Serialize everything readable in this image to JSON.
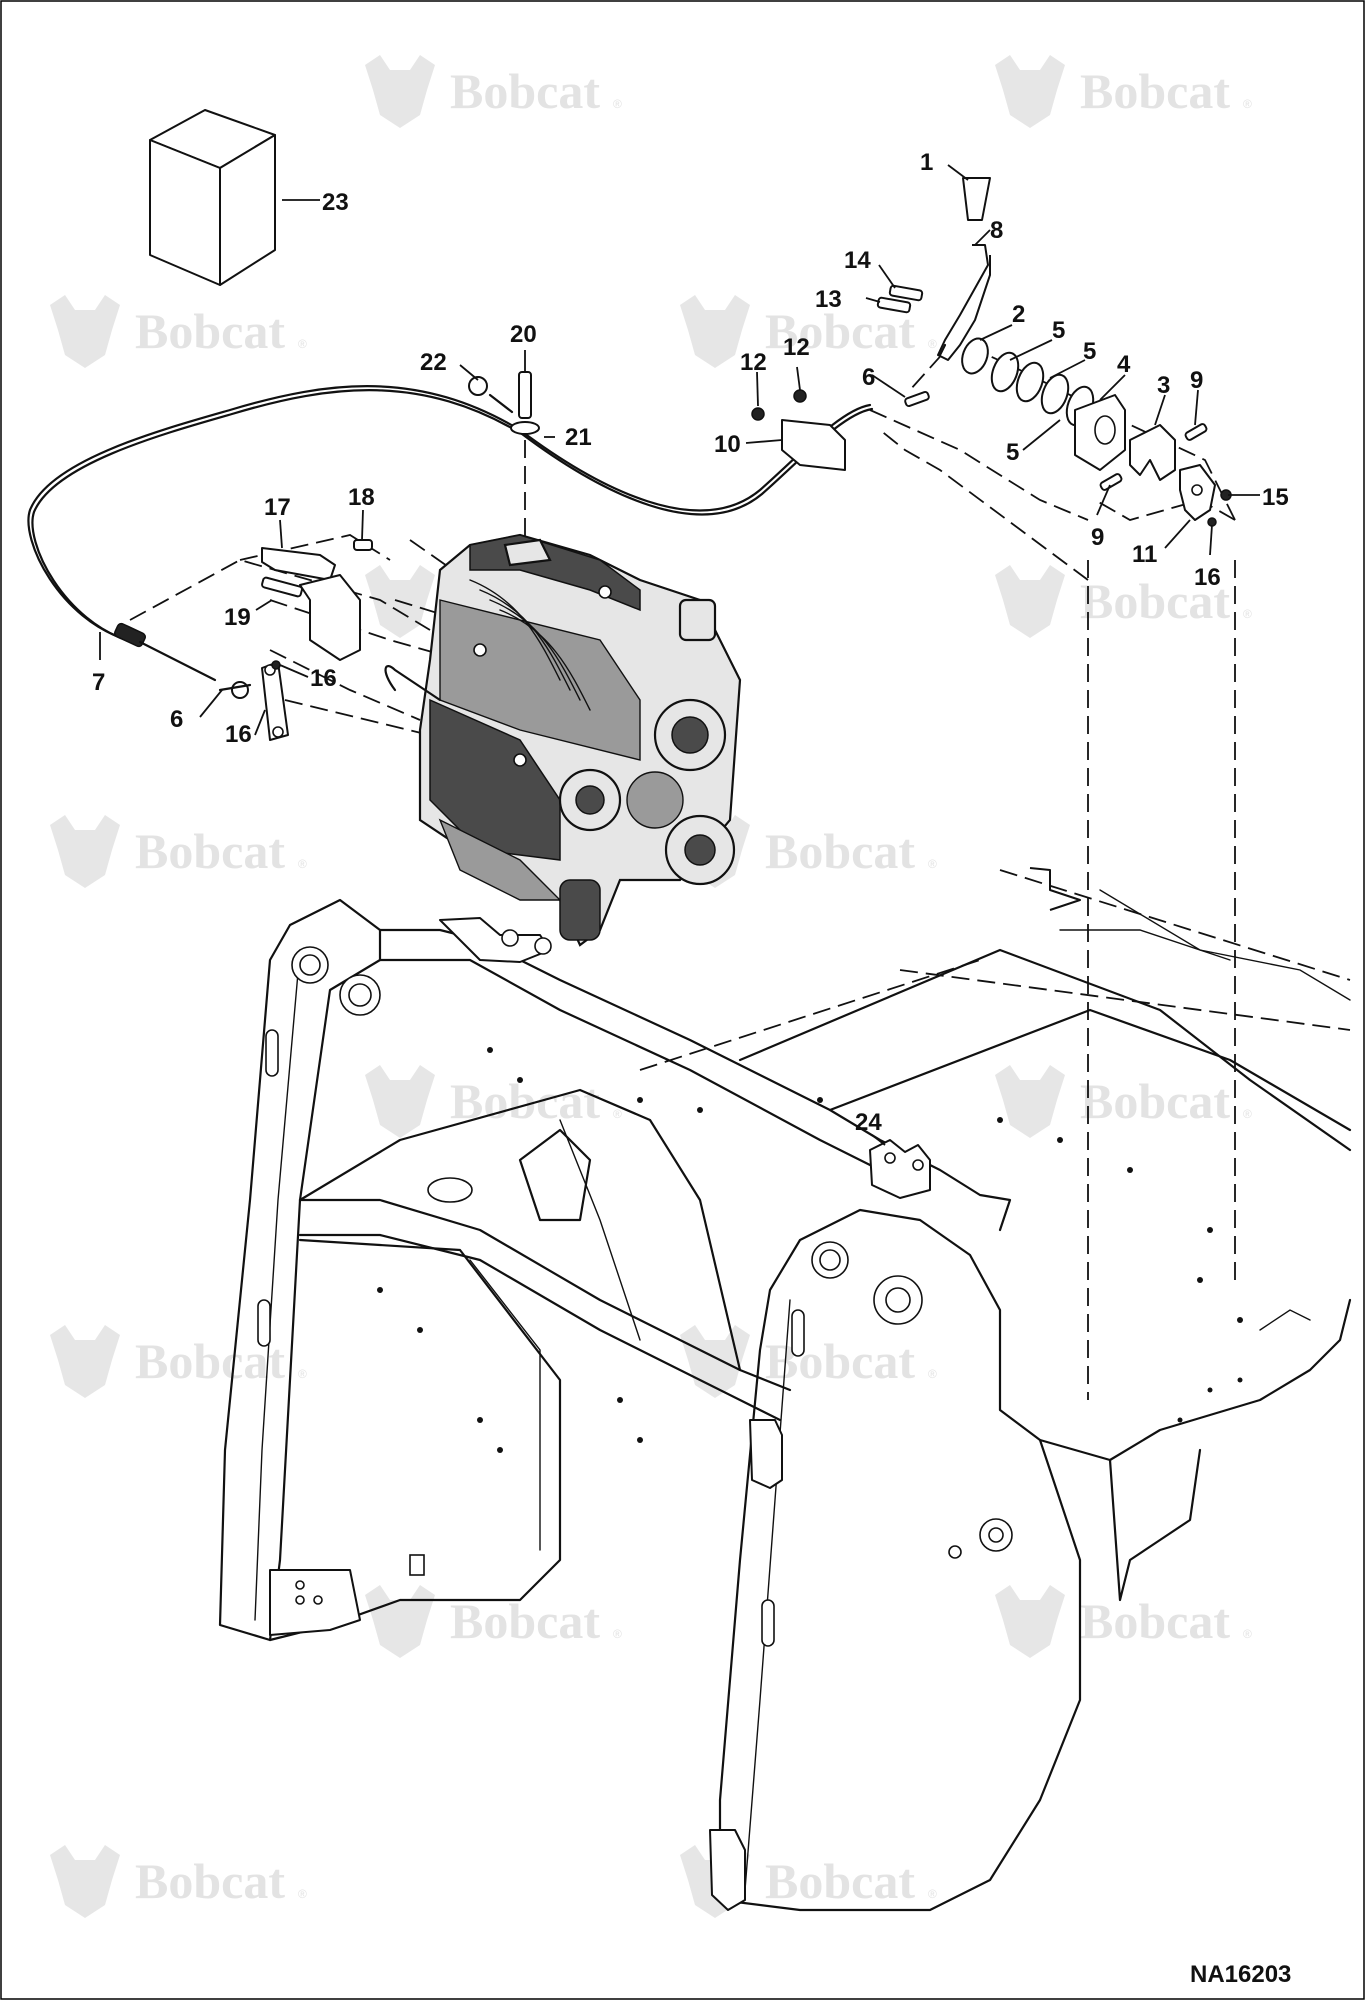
{
  "watermark": {
    "text": "Bobcat",
    "mark": "®",
    "logo_icon": "bobcat-head-icon",
    "color": "#e3e3e3"
  },
  "reference_number": "NA16203",
  "callouts": [
    "1",
    "2",
    "3",
    "4",
    "5",
    "5",
    "5",
    "6",
    "6",
    "7",
    "8",
    "9",
    "9",
    "10",
    "11",
    "12",
    "12",
    "13",
    "14",
    "15",
    "16",
    "16",
    "16",
    "17",
    "18",
    "19",
    "20",
    "21",
    "22",
    "23",
    "24"
  ],
  "colors": {
    "line": "#111111",
    "background": "#ffffff",
    "watermark": "#e3e3e3"
  }
}
